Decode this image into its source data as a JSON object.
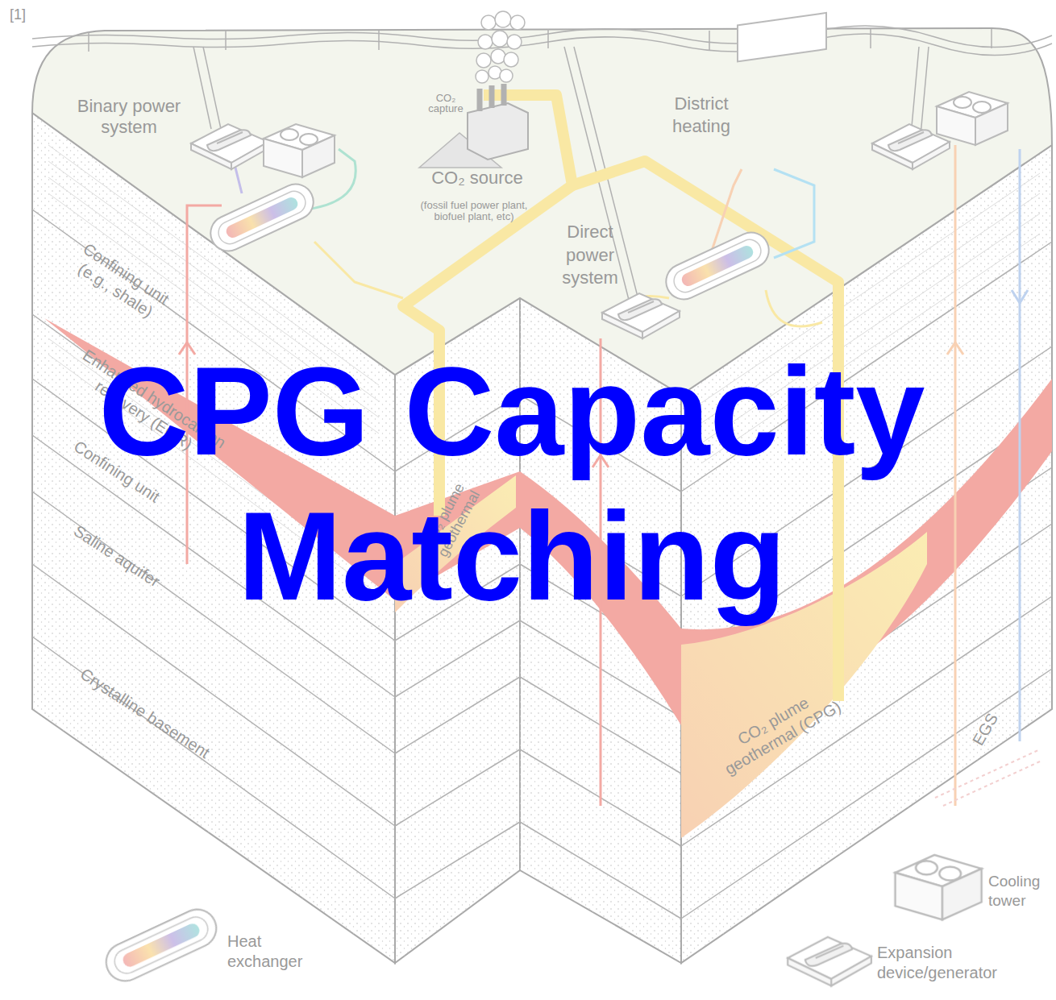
{
  "diagram": {
    "title": "CPG Capacity Matching",
    "labels": [
      "[1]",
      "Binary power system",
      "CO₂ capture",
      "CO₂ source",
      "(fossil fuel power plant, biofuel plant, etc)",
      "District heating",
      "Direct power system",
      "Confining unit (e.g., shale)",
      "Enhanced hydrocarbon recovery (EOR)",
      "Confining unit",
      "Saline aquifer",
      "CO₂ plume geothermal",
      "Crystalline basement",
      "CO₂ plume geothermal (CPG)",
      "EGS"
    ],
    "legend": [
      {
        "text": "Heat exchanger"
      },
      {
        "text": "Cooling tower"
      },
      {
        "text": "Expansion device/generator"
      }
    ]
  }
}
